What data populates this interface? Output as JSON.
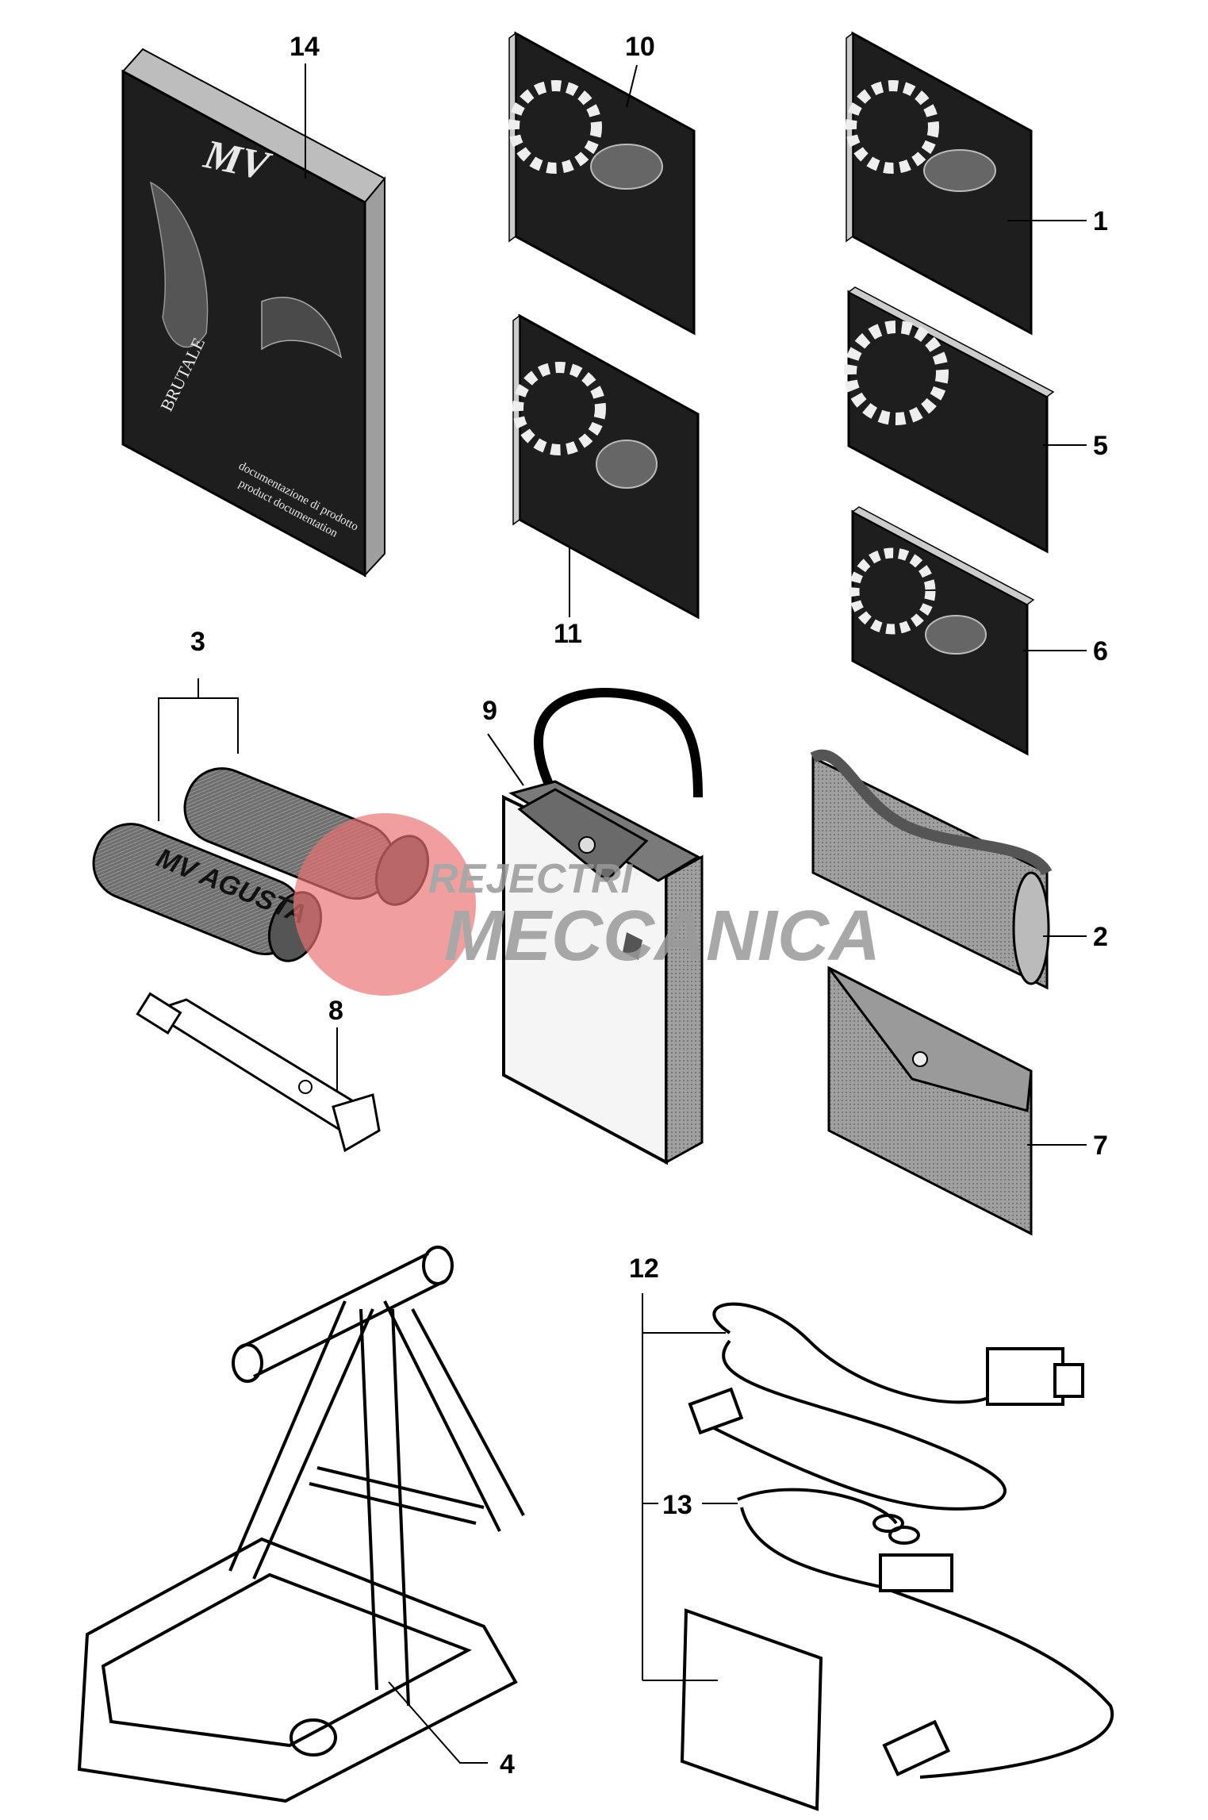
{
  "callouts": {
    "c1": "1",
    "c2": "2",
    "c3": "3",
    "c4": "4",
    "c5": "5",
    "c6": "6",
    "c7": "7",
    "c8": "8",
    "c9": "9",
    "c10": "10",
    "c11": "11",
    "c12": "12",
    "c13": "13",
    "c14": "14"
  },
  "watermark": {
    "line1": "REJECTRI",
    "line2": "MECCANICA"
  },
  "book14": {
    "brand": "MV",
    "model": "BRUTALE",
    "line1": "documentazione di prodotto",
    "line2": "product documentation"
  },
  "grip_logo": "MV AGUSTA",
  "colors": {
    "ink": "#000000",
    "cover_dark": "#1e1e1e",
    "pouch_grey": "#8c8c8c",
    "watermark_red": "#e87070",
    "watermark_grey": "#9a9a9a"
  }
}
